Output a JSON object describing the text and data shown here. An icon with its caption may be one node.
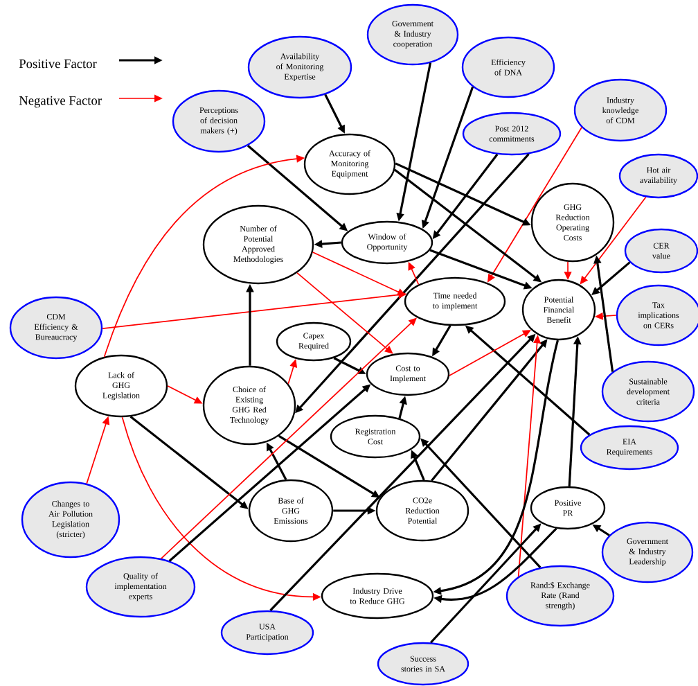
{
  "diagram": {
    "nodes": [
      {
        "text": [
          "Availability of Monitoring Expertise"
        ]
      },
      {
        "text": [
          "Government & Industry cooperation"
        ]
      },
      {
        "text": [
          "Efficiency of DNA"
        ]
      },
      {
        "text": [
          "Perceptions of decision makers (+)"
        ]
      },
      {
        "text": [
          "Post 2012 commitments"
        ]
      },
      {
        "text": [
          "Industry knowledge of CDM"
        ]
      },
      {
        "text": [
          "Hot air availability"
        ]
      },
      {
        "text": [
          "CER value"
        ]
      },
      {
        "text": [
          "CDM Efficiency & Bureaucracy"
        ]
      },
      {
        "text": [
          "Tax implications on CERs"
        ]
      },
      {
        "text": [
          "Sustainable development criteria"
        ]
      },
      {
        "text": [
          "EIA Requirements"
        ]
      },
      {
        "text": [
          "Changes to Air Pollution Legislation (stricter)"
        ]
      },
      {
        "text": [
          "Government & Industry Leadership"
        ]
      },
      {
        "text": [
          "Quality of implementation experts"
        ]
      },
      {
        "text": [
          "Rand:$ Exchange Rate (Rand strength)"
        ]
      },
      {
        "text": [
          "USA Participation"
        ]
      },
      {
        "text": [
          "Success stories in SA"
        ]
      },
      {
        "text": [
          "Accuracy of Monitoring Equipment"
        ]
      },
      {
        "text": [
          "Number of Potential Approved Methodologies"
        ]
      },
      {
        "text": [
          "Window of Opportunity"
        ]
      },
      {
        "text": [
          "GHG Reduction Operating Costs"
        ]
      },
      {
        "text": [
          "Time needed to implement"
        ]
      },
      {
        "text": [
          "Potential Financial Benefit"
        ]
      },
      {
        "text": [
          "Capex Required"
        ]
      },
      {
        "text": [
          "Cost to Implement"
        ]
      },
      {
        "text": [
          "Lack of GHG Legislation"
        ]
      },
      {
        "text": [
          "Choice of Existing GHG Red Technology"
        ]
      },
      {
        "text": [
          "Registration Cost"
        ]
      },
      {
        "text": [
          "Base of GHG Emissions"
        ]
      },
      {
        "text": [
          "CO2e Reduction Potential"
        ]
      },
      {
        "text": [
          "Positive PR"
        ]
      },
      {
        "text": [
          "Industry Drive to Reduce GHG"
        ]
      }
    ],
    "edges": [
      {
        "from": 0,
        "to": 18,
        "arrow": "to"
      },
      {
        "from": 3,
        "to": 20,
        "arrow": "to"
      },
      {
        "from": 1,
        "to": 20,
        "arrow": "to"
      },
      {
        "from": 2,
        "to": 20,
        "arrow": "to"
      },
      {
        "from": 4,
        "to": 20,
        "arrow": "to"
      },
      {
        "from": 4,
        "to": 27,
        "arrow": "to"
      },
      {
        "from": 5,
        "to": 22,
        "arrow": "to",
        "color": "#ff0000"
      },
      {
        "from": 6,
        "to": 23,
        "arrow": "to",
        "color": "#ff0000"
      },
      {
        "from": 7,
        "to": 23,
        "arrow": "to"
      },
      {
        "from": 9,
        "to": 23,
        "arrow": "to",
        "color": "#ff0000"
      },
      {
        "from": 10,
        "to": 21,
        "arrow": "to"
      },
      {
        "from": 11,
        "to": 22,
        "arrow": "to"
      },
      {
        "from": 18,
        "to": 21,
        "arrow": "to"
      },
      {
        "from": 18,
        "to": 23,
        "arrow": "to"
      },
      {
        "from": 20,
        "to": 19,
        "arrow": "to"
      },
      {
        "from": 20,
        "to": 23,
        "arrow": "to"
      },
      {
        "from": 21,
        "to": 23,
        "arrow": "to",
        "color": "#ff0000"
      },
      {
        "from": 22,
        "to": 20,
        "arrow": "to",
        "color": "#ff0000"
      },
      {
        "from": 22,
        "to": 25,
        "arrow": "to"
      },
      {
        "from": 19,
        "to": 22,
        "arrow": "to",
        "color": "#ff0000"
      },
      {
        "from": 19,
        "to": 25,
        "arrow": "to",
        "color": "#ff0000"
      },
      {
        "from": 8,
        "to": 22,
        "arrow": "to",
        "color": "#ff0000"
      },
      {
        "from": 26,
        "to": 18,
        "arrow": "to",
        "color": "#ff0000"
      },
      {
        "from": 26,
        "to": 27,
        "arrow": "to",
        "color": "#ff0000"
      },
      {
        "from": 26,
        "to": 29,
        "arrow": "to"
      },
      {
        "from": 26,
        "to": 32,
        "arrow": "to",
        "color": "#ff0000"
      },
      {
        "from": 12,
        "to": 26,
        "arrow": "to",
        "color": "#ff0000"
      },
      {
        "from": 27,
        "to": 19,
        "arrow": "to"
      },
      {
        "from": 27,
        "to": 24,
        "arrow": "to",
        "color": "#ff0000"
      },
      {
        "from": 27,
        "to": 30,
        "arrow": "to"
      },
      {
        "from": 24,
        "to": 25,
        "arrow": "to"
      },
      {
        "from": 29,
        "to": 27,
        "arrow": "to"
      },
      {
        "from": 29,
        "to": 30,
        "arrow": "to"
      },
      {
        "from": 14,
        "to": 22,
        "arrow": "to",
        "color": "#ff0000"
      },
      {
        "from": 14,
        "to": 25,
        "arrow": "to"
      },
      {
        "from": 16,
        "to": 23,
        "arrow": "to"
      },
      {
        "from": 25,
        "to": 23,
        "arrow": "to",
        "color": "#ff0000"
      },
      {
        "from": 28,
        "to": 25,
        "arrow": "to"
      },
      {
        "from": 30,
        "to": 28,
        "arrow": "to"
      },
      {
        "from": 30,
        "to": 23,
        "arrow": "to"
      },
      {
        "from": 15,
        "to": 28,
        "arrow": "to"
      },
      {
        "from": 15,
        "to": 23,
        "arrow": "to",
        "color": "#ff0000"
      },
      {
        "from": 23,
        "to": 32,
        "arrow": "to"
      },
      {
        "from": 31,
        "to": 32,
        "arrow": "to"
      },
      {
        "from": 17,
        "to": 31,
        "arrow": "to"
      },
      {
        "from": 13,
        "to": 31,
        "arrow": "to"
      },
      {
        "from": 31,
        "to": 23,
        "arrow": "to"
      }
    ],
    "legend": [
      {
        "text": "Positive Factor"
      },
      {
        "text": "Negative Factor"
      }
    ]
  }
}
